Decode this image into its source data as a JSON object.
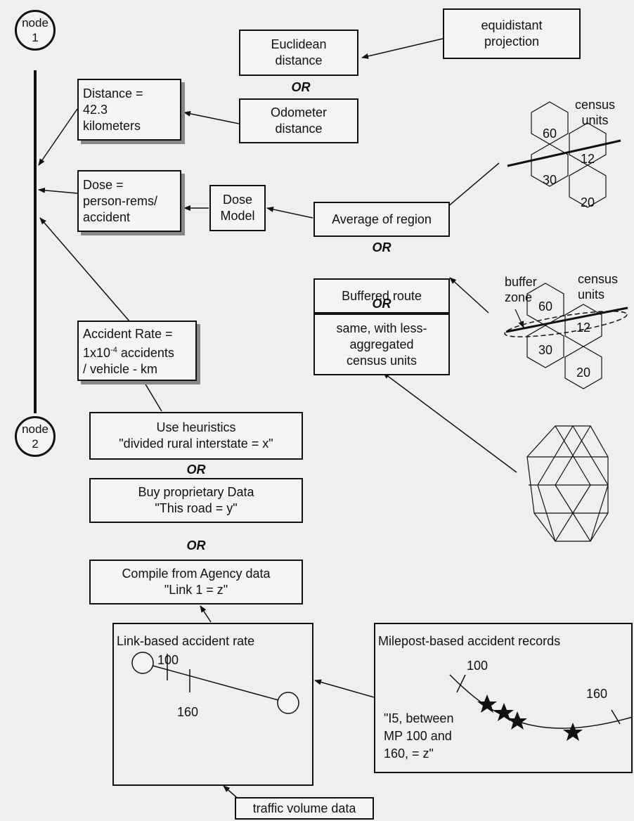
{
  "nodes": {
    "node1": [
      "node",
      "1"
    ],
    "node2": [
      "node",
      "2"
    ]
  },
  "boxes": {
    "equidistant": "equidistant\nprojection",
    "euclidean": "Euclidean\ndistance",
    "odometer": "Odometer\ndistance",
    "distance": "Distance =\n42.3\nkilometers",
    "dose": "Dose =\nperson-rems/\naccident",
    "dose_model": "Dose\nModel",
    "average_region": "Average of region",
    "buffered_route": "Buffered route",
    "less_aggregated": "same, with less-\naggregated\ncensus units",
    "accident_rate_line1": "Accident Rate =",
    "accident_rate_line2a": "1x10",
    "accident_rate_exp": "-4",
    "accident_rate_line2b": " accidents",
    "accident_rate_line3": "/ vehicle - km",
    "heuristics": "Use heuristics\n\"divided rural interstate = x\"",
    "proprietary": "Buy proprietary Data\n\"This road = y\"",
    "agency": "Compile from Agency data\n\"Link 1 = z\"",
    "traffic": "traffic volume data"
  },
  "or_label": "OR",
  "census": {
    "units_label": "census\nunits",
    "buffer_label": "buffer\nzone",
    "hex_values": [
      "60",
      "12",
      "30",
      "20"
    ]
  },
  "link_panel": {
    "title": "Link-based accident rate",
    "mp_start": "100",
    "mp_end": "160"
  },
  "milepost_panel": {
    "title": "Milepost-based accident records",
    "mp_start": "100",
    "mp_end": "160",
    "quote": "\"I5, between\nMP 100 and\n160, = z\""
  }
}
